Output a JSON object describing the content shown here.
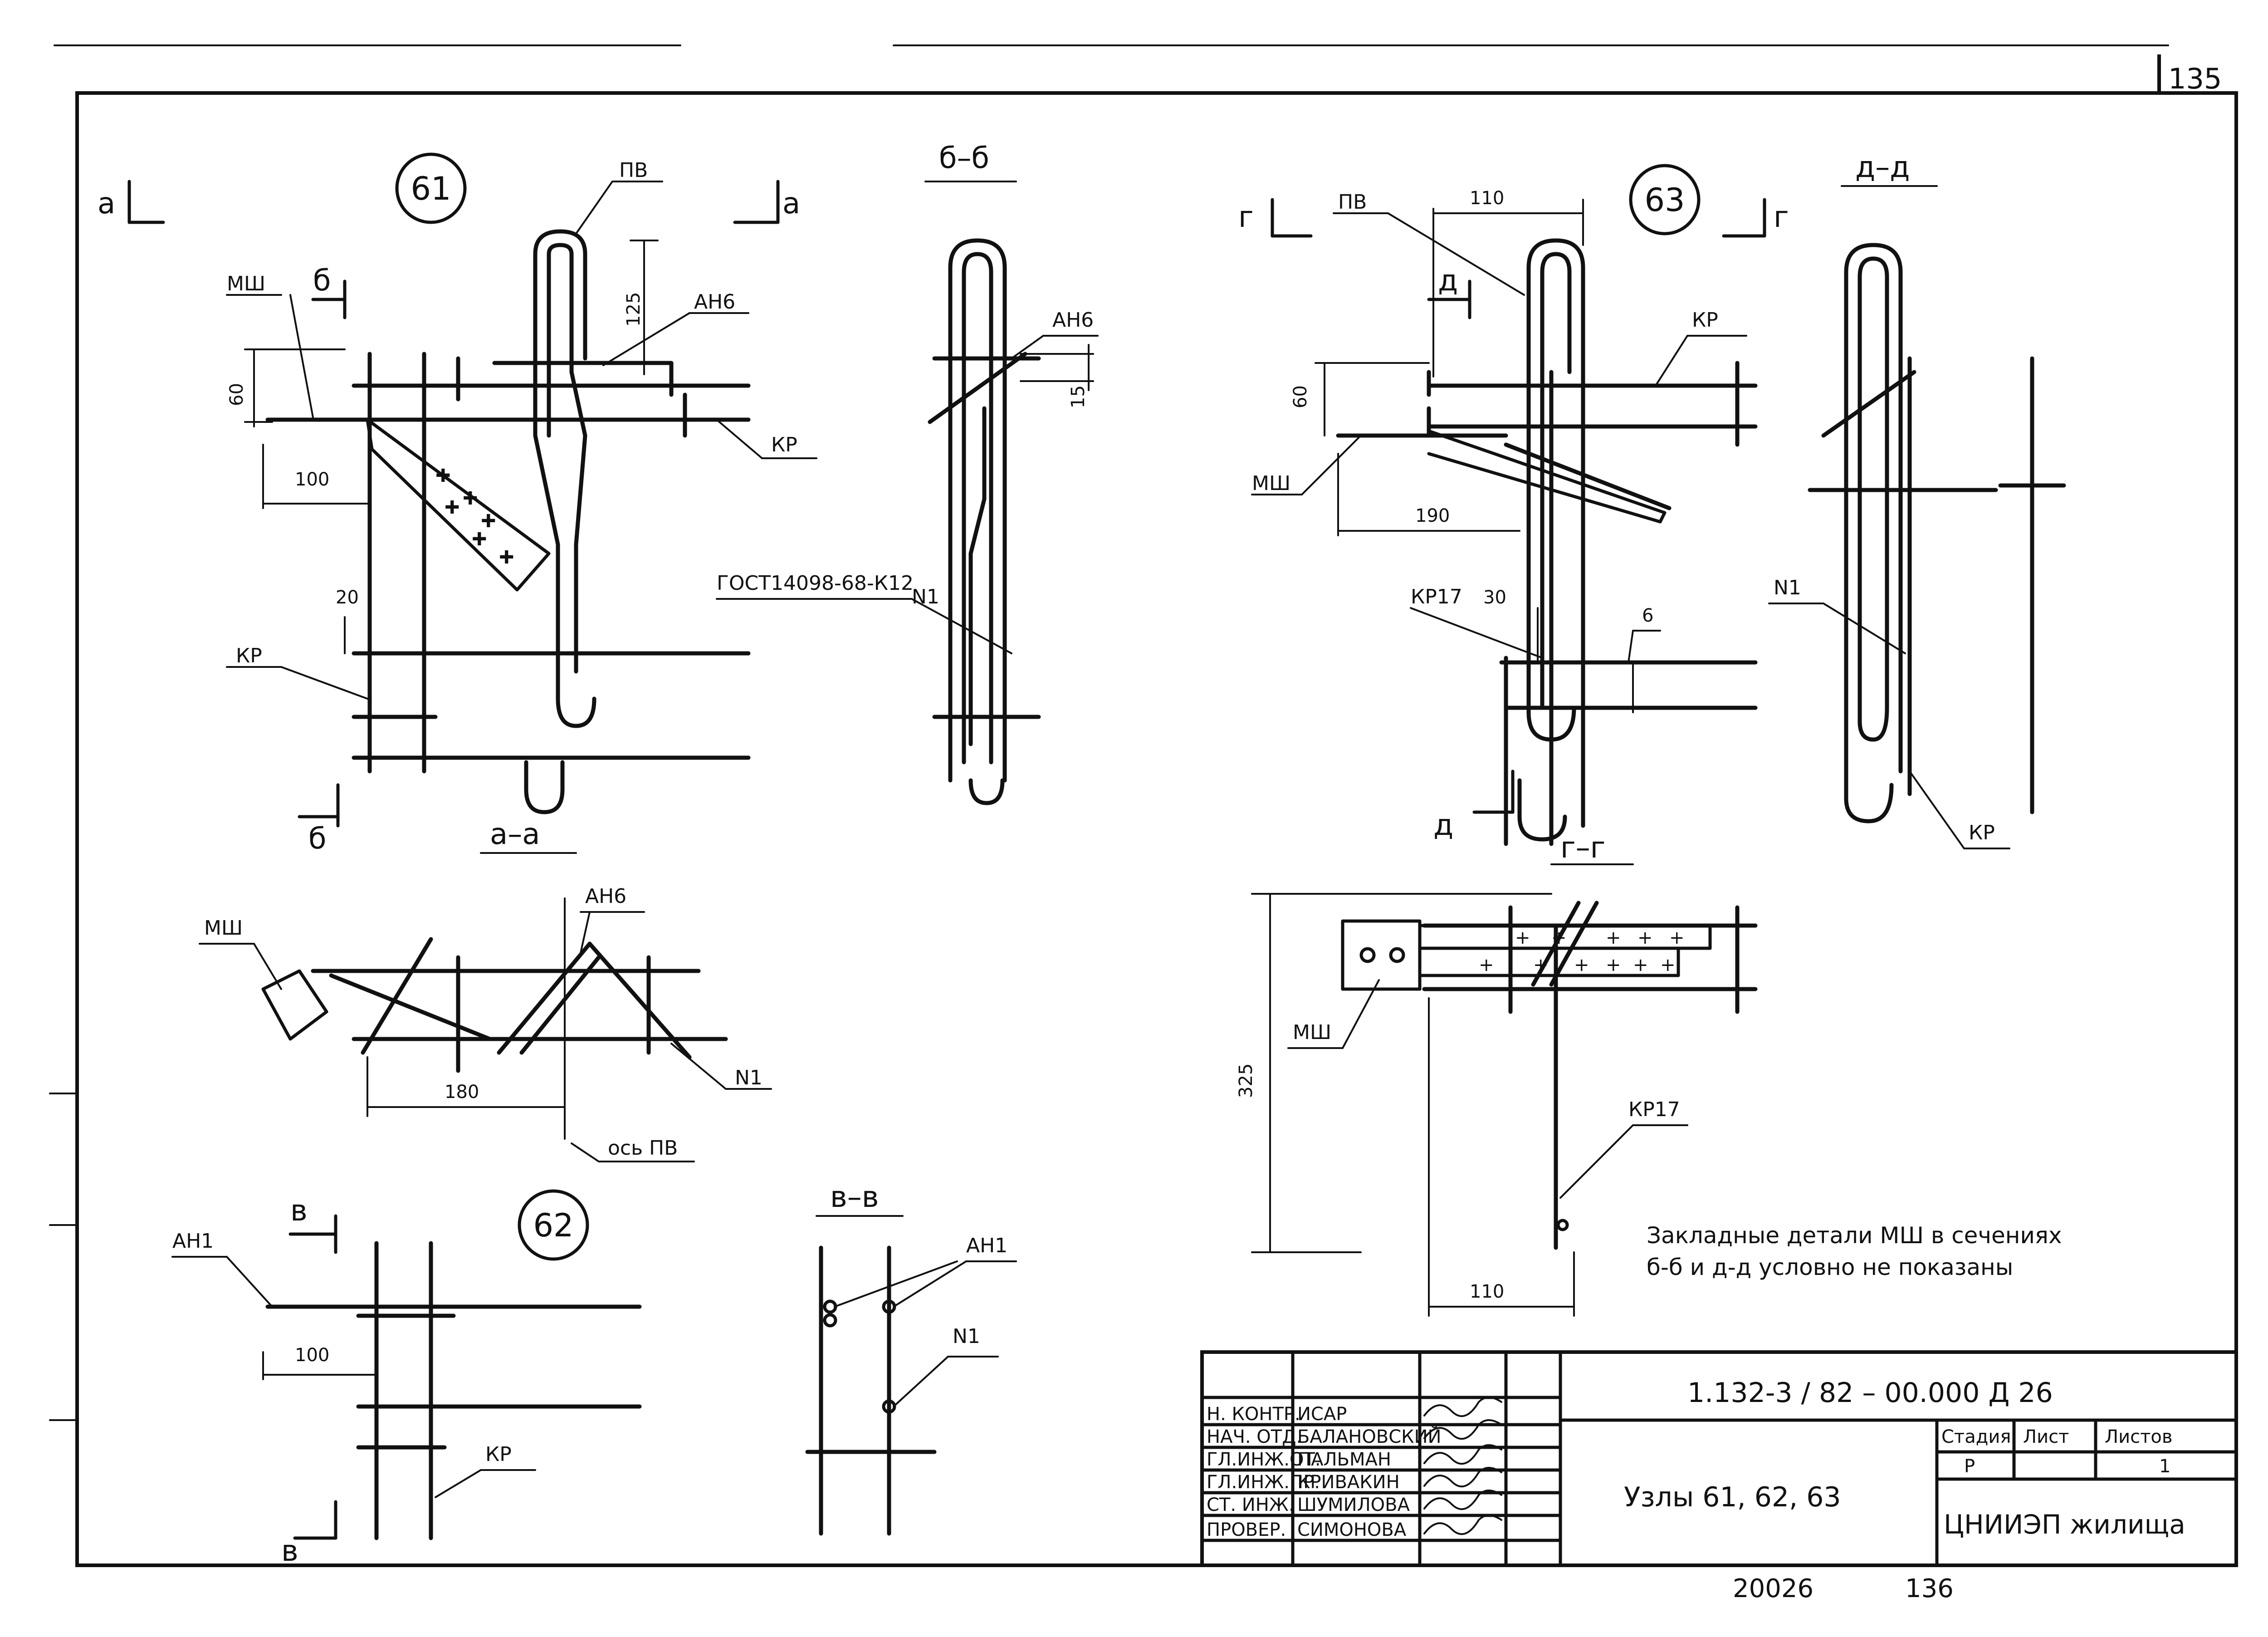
{
  "sheet_number_top": "135",
  "nodes": {
    "n61": {
      "id": "61",
      "section_marks": [
        "а",
        "а",
        "б",
        "б"
      ],
      "labels": {
        "pv": "ПВ",
        "an6": "АН6",
        "msh": "МШ",
        "kr_top": "КР",
        "kr_bottom": "КР"
      },
      "dims": {
        "d125": "125",
        "d60": "60",
        "d100": "100",
        "d20": "20"
      }
    },
    "section_bb": {
      "title": "б–б",
      "an6": "АН6",
      "d15": "15",
      "gost": "ГОСТ14098-68-К12",
      "n1": "N1"
    },
    "section_aa": {
      "title": "а–а",
      "msh": "МШ",
      "an6": "АН6",
      "n1": "N1",
      "d180": "180",
      "axis": "ось ПВ"
    },
    "n62": {
      "id": "62",
      "an1": "АН1",
      "kr": "КР",
      "d100": "100",
      "marks": [
        "в",
        "в"
      ]
    },
    "section_vv": {
      "title": "в–в",
      "an1": "АН1",
      "n1": "N1"
    },
    "n63": {
      "id": "63",
      "marks": [
        "г",
        "г",
        "д",
        "д"
      ],
      "pv": "ПВ",
      "kr": "КР",
      "msh": "МШ",
      "kr17": "КР17",
      "d110": "110",
      "d60": "60",
      "d190": "190",
      "d30": "30",
      "d6": "6"
    },
    "section_dd": {
      "title": "д–д",
      "n1": "N1",
      "kr": "КР"
    },
    "section_gg": {
      "title": "г–г",
      "msh": "МШ",
      "kr17": "КР17",
      "d325": "325",
      "d110": "110"
    }
  },
  "note": {
    "line1": "Закладные детали МШ в сечениях",
    "line2": "б-б и д-д условно не показаны"
  },
  "title_block": {
    "code": "1.132-3 / 82 – 00.000 Д 26",
    "title": "Узлы 61, 62, 63",
    "stage_header": "Стадия",
    "sheet_header": "Лист",
    "sheets_header": "Листов",
    "stage": "Р",
    "sheet": "",
    "sheets": "1",
    "org": "ЦНИИЭП жилища",
    "roles": [
      {
        "role": "Н. КОНТР.",
        "name": "ИСАР"
      },
      {
        "role": "НАЧ. ОТД.",
        "name": "БАЛАНОВСКИЙ"
      },
      {
        "role": "ГЛ.ИНЖ.ОТ.",
        "name": "ПАЛЬМАН"
      },
      {
        "role": "ГЛ.ИНЖ.ПР.",
        "name": "КРИВАКИН"
      },
      {
        "role": "СТ. ИНЖ.",
        "name": "ШУМИЛОВА"
      },
      {
        "role": "ПРОВЕР.",
        "name": "СИМОНОВА"
      }
    ]
  },
  "footer": {
    "inv": "20026",
    "page": "136"
  }
}
